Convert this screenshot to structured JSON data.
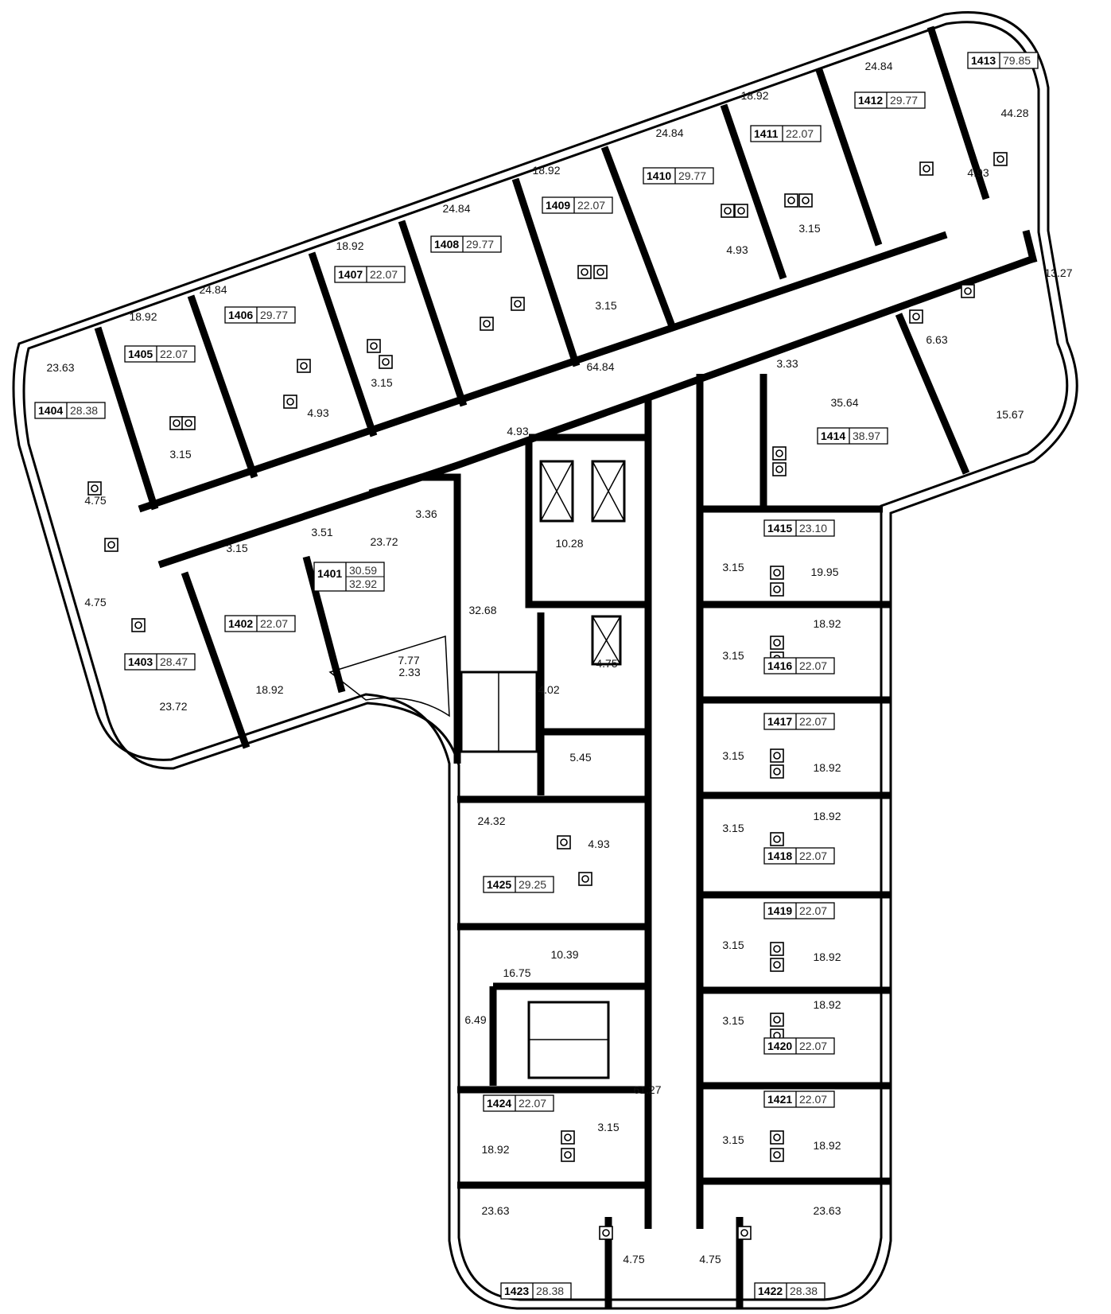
{
  "units": [
    {
      "number": "1401",
      "area": "30.59",
      "area2": "32.92"
    },
    {
      "number": "1402",
      "area": "22.07"
    },
    {
      "number": "1403",
      "area": "28.47"
    },
    {
      "number": "1404",
      "area": "28.38"
    },
    {
      "number": "1405",
      "area": "22.07"
    },
    {
      "number": "1406",
      "area": "29.77"
    },
    {
      "number": "1407",
      "area": "22.07"
    },
    {
      "number": "1408",
      "area": "29.77"
    },
    {
      "number": "1409",
      "area": "22.07"
    },
    {
      "number": "1410",
      "area": "29.77"
    },
    {
      "number": "1411",
      "area": "22.07"
    },
    {
      "number": "1412",
      "area": "29.77"
    },
    {
      "number": "1413",
      "area": "79.85"
    },
    {
      "number": "1414",
      "area": "38.97"
    },
    {
      "number": "1415",
      "area": "23.10"
    },
    {
      "number": "1416",
      "area": "22.07"
    },
    {
      "number": "1417",
      "area": "22.07"
    },
    {
      "number": "1418",
      "area": "22.07"
    },
    {
      "number": "1419",
      "area": "22.07"
    },
    {
      "number": "1420",
      "area": "22.07"
    },
    {
      "number": "1421",
      "area": "22.07"
    },
    {
      "number": "1422",
      "area": "28.38"
    },
    {
      "number": "1423",
      "area": "28.38"
    },
    {
      "number": "1424",
      "area": "22.07"
    },
    {
      "number": "1425",
      "area": "29.25"
    }
  ],
  "room_areas": [
    "23.63",
    "18.92",
    "24.84",
    "18.92",
    "24.84",
    "18.92",
    "24.84",
    "18.92",
    "24.84",
    "44.28",
    "3.15",
    "4.93",
    "3.15",
    "4.93",
    "3.15",
    "4.93",
    "3.15",
    "4.93",
    "64.84",
    "13.27",
    "6.63",
    "15.67",
    "3.33",
    "35.64",
    "4.75",
    "4.75",
    "3.36",
    "3.51",
    "3.15",
    "23.72",
    "7.77",
    "2.33",
    "23.72",
    "18.92",
    "32.68",
    "10.28",
    "4.75",
    "4.02",
    "5.45",
    "24.32",
    "4.93",
    "10.39",
    "6.49",
    "16.75",
    "61.27",
    "19.95",
    "3.15",
    "18.92",
    "3.15",
    "3.15",
    "18.92",
    "18.92",
    "3.15",
    "3.15",
    "18.92",
    "18.92",
    "3.15",
    "3.15",
    "18.92",
    "3.15",
    "18.92",
    "23.63",
    "23.63",
    "4.75",
    "4.75"
  ]
}
